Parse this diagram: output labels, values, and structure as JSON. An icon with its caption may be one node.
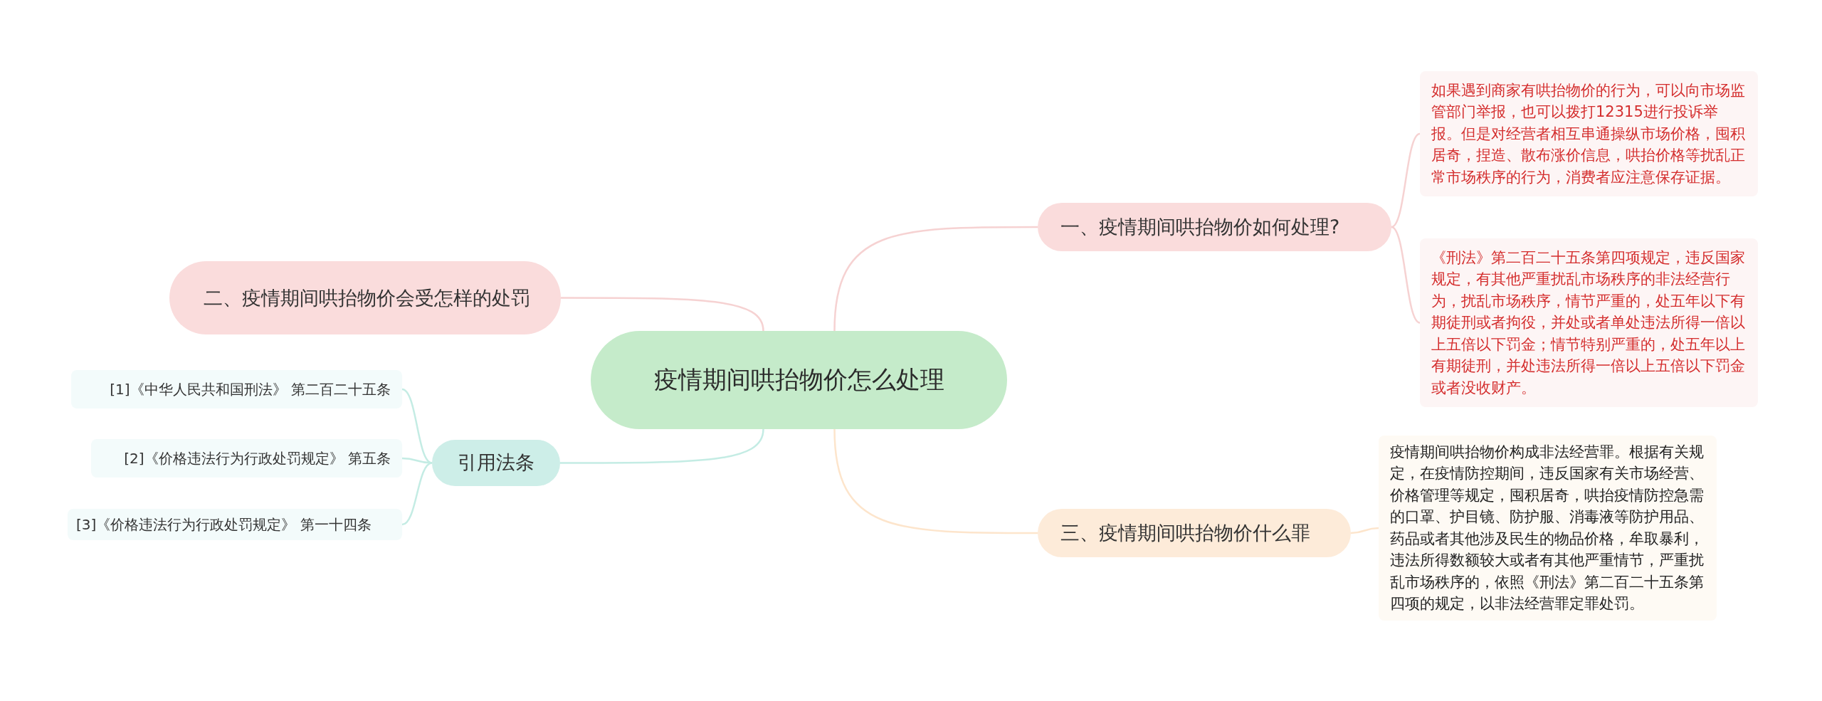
{
  "diagram": {
    "nodes": [
      {
        "text": [
          "疫情期间哄抬物价怎么处理"
        ]
      },
      {
        "text": [
          "一、疫情期间哄抬物价如何处理?"
        ]
      },
      {
        "text": [
          "如果遇到商家有哄抬物价的行为，可以向市场监管部门举报，也可以拨打12315进行投诉举报。但是对经营者相互串通操纵市场价格，囤积居奇，捏造、散布涨价信息，哄抬价格等扰乱正常市场秩序的行为，消费者应注意保存证据。"
        ]
      },
      {
        "text": [
          "《刑法》第二百二十五条第四项规定，违反国家规定，有其他严重扰乱市场秩序的非法经营行为，扰乱市场秩序，情节严重的，处五年以下有期徒刑或者拘役，并处或者单处违法所得一倍以上五倍以下罚金；情节特别严重的，处五年以上有期徒刑，并处违法所得一倍以上五倍以下罚金或者没收财产。"
        ]
      },
      {
        "text": [
          "二、疫情期间哄抬物价会受怎样的处罚"
        ]
      },
      {
        "text": [
          "引用法条"
        ]
      },
      {
        "text": [
          "[1]《中华人民共和国刑法》 第二百二十五条"
        ]
      },
      {
        "text": [
          "[2]《价格违法行为行政处罚规定》 第五条"
        ]
      },
      {
        "text": [
          "[3]《价格违法行为行政处罚规定》 第一十四条"
        ]
      },
      {
        "text": [
          "三、疫情期间哄抬物价什么罪"
        ]
      },
      {
        "text": [
          "疫情期间哄抬物价构成非法经营罪。根据有关规定，在疫情防控期间，违反国家有关市场经营、价格管理等规定，囤积居奇，哄抬疫情防控急需的口罩、护目镜、防护服、消毒液等防护用品、药品或者其他涉及民生的物品价格，牟取暴利，违法所得数额较大或者有其他严重情节，严重扰乱市场秩序的，依照《刑法》第二百二十五条第四项的规定，以非法经营罪定罪处罚。"
        ]
      }
    ],
    "edges": [
      {
        "from": 0,
        "to": 1,
        "arrow": "none",
        "color": "#f6d2d2"
      },
      {
        "from": 1,
        "to": 2,
        "arrow": "none",
        "color": "#f6d2d2"
      },
      {
        "from": 1,
        "to": 3,
        "arrow": "none",
        "color": "#f6d2d2"
      },
      {
        "from": 0,
        "to": 4,
        "arrow": "none",
        "color": "#f6d2d2"
      },
      {
        "from": 0,
        "to": 5,
        "arrow": "none",
        "color": "#c4ece4"
      },
      {
        "from": 5,
        "to": 6,
        "arrow": "none",
        "color": "#c4ece4"
      },
      {
        "from": 5,
        "to": 7,
        "arrow": "none",
        "color": "#c4ece4"
      },
      {
        "from": 5,
        "to": 8,
        "arrow": "none",
        "color": "#c4ece4"
      },
      {
        "from": 0,
        "to": 9,
        "arrow": "none",
        "color": "#fde5cc"
      },
      {
        "from": 9,
        "to": 10,
        "arrow": "none",
        "color": "#fde5cc"
      }
    ]
  }
}
